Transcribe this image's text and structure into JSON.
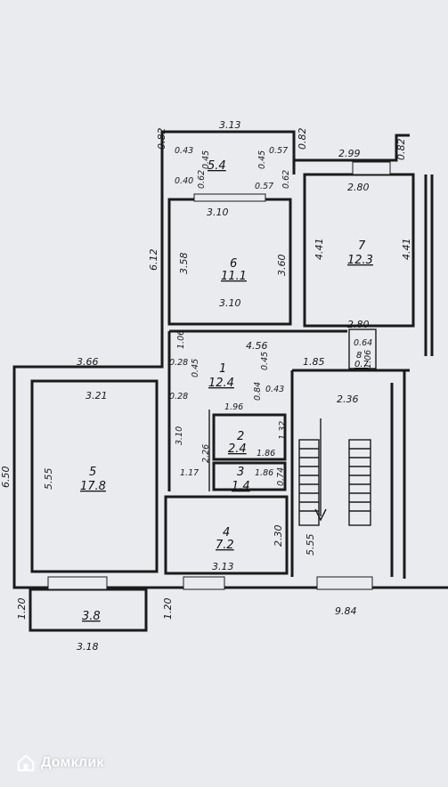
{
  "rooms": [
    {
      "no": "1",
      "area": "12.4"
    },
    {
      "no": "2",
      "area": "2.4"
    },
    {
      "no": "3",
      "area": "1.4"
    },
    {
      "no": "4",
      "area": "7.2"
    },
    {
      "no": "5",
      "area": "17.8"
    },
    {
      "no": "6",
      "area": "11.1"
    },
    {
      "no": "7",
      "area": "12.3"
    },
    {
      "no": "8",
      "area": "0.7"
    },
    {
      "no": "",
      "area": "5.4"
    },
    {
      "no": "",
      "area": "3.8"
    }
  ],
  "dims": {
    "top_313": "3.13",
    "top_082": "0.82",
    "top_082b": "0.82",
    "d_043": "0.43",
    "d_045": "0.45",
    "d_045b": "0.45",
    "d_057": "0.57",
    "d_299": "2.99",
    "d_040": "0.40",
    "d_062": "0.62",
    "d_057b": "0.57",
    "d_062b": "0.62",
    "d_280": "2.80",
    "d_310": "3.10",
    "d_612": "6.12",
    "d_358": "3.58",
    "d_360": "3.60",
    "d_441": "4.41",
    "d_441b": "4.41",
    "d_310b": "3.10",
    "d_280b": "2.80",
    "d_106": "1.06",
    "d_456": "4.56",
    "d_064": "0.64",
    "d_106b": "1.06",
    "d_366": "3.66",
    "d_028": "0.28",
    "d_045c": "0.45",
    "d_045d": "0.45",
    "d_185": "1.85",
    "d_043b": "0.43",
    "d_321": "3.21",
    "d_028b": "0.28",
    "d_084": "0.84",
    "d_236": "2.36",
    "d_196": "1.96",
    "d_132": "1.32",
    "d_650": "6.50",
    "d_555": "5.55",
    "d_310c": "3.10",
    "d_226": "2.26",
    "d_186": "1.86",
    "d_117": "1.17",
    "d_186b": "1.86",
    "d_074": "0.74",
    "d_230": "2.30",
    "d_555b": "5.55",
    "d_313b": "3.13",
    "d_120": "1.20",
    "d_120b": "1.20",
    "d_984": "9.84",
    "d_318": "3.18"
  },
  "watermark": {
    "text": "Домклик"
  }
}
